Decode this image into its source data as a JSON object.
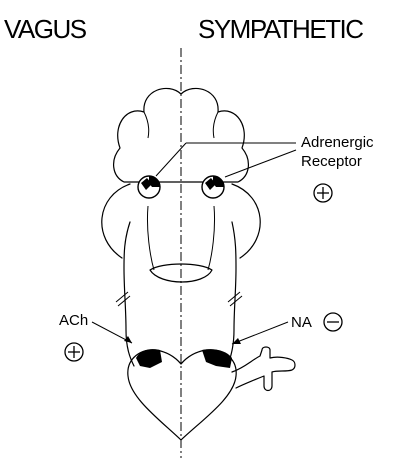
{
  "headings": {
    "left": "VAGUS",
    "right": "SYMPATHETIC"
  },
  "labels": {
    "receptor_line1": "Adrenergic",
    "receptor_line2": "Receptor",
    "ach": "ACh",
    "na": "NA"
  },
  "symbols": {
    "receptor_sign": "plus",
    "ach_sign": "plus",
    "na_sign": "minus"
  }
}
